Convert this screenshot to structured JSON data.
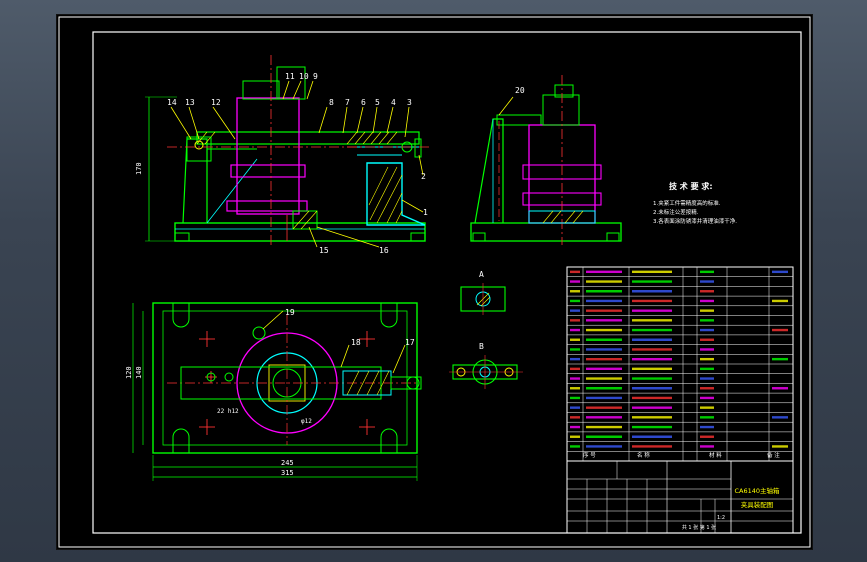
{
  "drawing": {
    "part_labels_front": [
      "14",
      "13",
      "12",
      "11",
      "10",
      "9",
      "8",
      "7",
      "6",
      "5",
      "4",
      "3",
      "2",
      "1",
      "15",
      "16"
    ],
    "part_labels_side": [
      "20"
    ],
    "part_labels_top": [
      "19",
      "18",
      "17"
    ],
    "dim_front_height": "170",
    "dim_top_width_inner": "245",
    "dim_top_width_outer": "315",
    "dim_top_height_a": "120",
    "dim_top_height_b": "140",
    "dim_top_small": "22 h12",
    "dim_top_small2": "φ12",
    "section_label_a": "A",
    "section_label_b": "B",
    "tech_title": "技 术 要 求:",
    "tech_req_1": "1.夹紧工件需精度高的标准.",
    "tech_req_2": "2.未标注公差按精.",
    "tech_req_3": "3.各表面涂防锈漆并清理油漆干净.",
    "title_name_1": "CA6140主轴箱",
    "title_name_2": "夹具装配图",
    "title_col_no": "序 号",
    "title_col_name": "名 称",
    "title_col_qty": "材 料",
    "title_col_note": "备 注",
    "title_scale": "1:2",
    "title_sheet": "共 1 张  第 1 张"
  },
  "colors": {
    "frame": "#ffffff",
    "outline": "#00ff00",
    "center": "#ff3030",
    "part": "#ff00ff",
    "body": "#00ffff",
    "hatch": "#ffff00",
    "leader": "#ffff00",
    "blue": "#3a5cff"
  }
}
